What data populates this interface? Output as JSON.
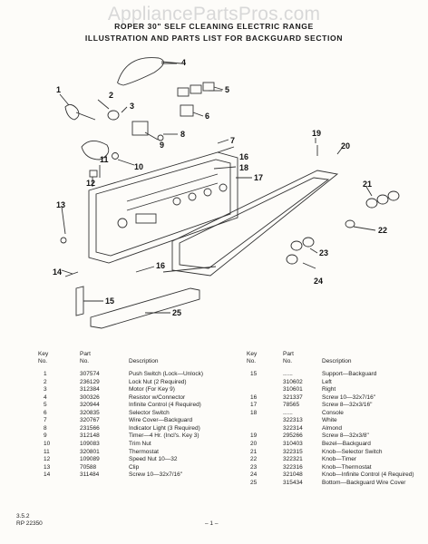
{
  "watermark": "AppliancePartsPros.com",
  "title_line1": "ROPER 30\" SELF CLEANING ELECTRIC RANGE",
  "title_line2": "ILLUSTRATION AND PARTS LIST FOR BACKGUARD SECTION",
  "callouts": [
    "1",
    "2",
    "3",
    "4",
    "5",
    "6",
    "7",
    "8",
    "9",
    "10",
    "11",
    "12",
    "13",
    "14",
    "15",
    "16",
    "16",
    "17",
    "18",
    "19",
    "20",
    "21",
    "22",
    "23",
    "24",
    "25"
  ],
  "headers": {
    "key_no": [
      "Key",
      "No."
    ],
    "part_no": [
      "Part",
      "No."
    ],
    "description": "Description"
  },
  "parts_left": [
    {
      "key": "1",
      "part": "307574",
      "desc": "Push Switch (Lock—Unlock)"
    },
    {
      "key": "2",
      "part": "236129",
      "desc": "Lock Nut (2 Required)"
    },
    {
      "key": "3",
      "part": "312384",
      "desc": "Motor (For Key 9)"
    },
    {
      "key": "4",
      "part": "300326",
      "desc": "Resistor w/Connector"
    },
    {
      "key": "5",
      "part": "320944",
      "desc": "Infinite Control (4 Required)"
    },
    {
      "key": "6",
      "part": "320835",
      "desc": "Selector Switch"
    },
    {
      "key": "7",
      "part": "320767",
      "desc": "Wire Cover—Backguard"
    },
    {
      "key": "8",
      "part": "231566",
      "desc": "Indicator Light (3 Required)"
    },
    {
      "key": "9",
      "part": "312148",
      "desc": "Timer—4 Hr. (Incl's. Key 3)"
    },
    {
      "key": "10",
      "part": "109083",
      "desc": "Trim Nut"
    },
    {
      "key": "11",
      "part": "320801",
      "desc": "Thermostat"
    },
    {
      "key": "12",
      "part": "109089",
      "desc": "Speed Nut 10—32"
    },
    {
      "key": "13",
      "part": "70588",
      "desc": "Clip"
    },
    {
      "key": "14",
      "part": "311484",
      "desc": "Screw 10—32x7/16\""
    }
  ],
  "parts_right": [
    {
      "key": "15",
      "part": "......",
      "desc": "Support—Backguard"
    },
    {
      "key": "",
      "part": "310602",
      "desc": "Left"
    },
    {
      "key": "",
      "part": "310601",
      "desc": "Right"
    },
    {
      "key": "16",
      "part": "321337",
      "desc": "Screw 10—32x7/16\""
    },
    {
      "key": "17",
      "part": "78565",
      "desc": "Screw 8—32x3/16\""
    },
    {
      "key": "18",
      "part": "......",
      "desc": "Console"
    },
    {
      "key": "",
      "part": "322313",
      "desc": "White"
    },
    {
      "key": "",
      "part": "322314",
      "desc": "Almond"
    },
    {
      "key": "19",
      "part": "295266",
      "desc": "Screw 8—32x3/8\""
    },
    {
      "key": "20",
      "part": "310403",
      "desc": "Bezel—Backguard"
    },
    {
      "key": "21",
      "part": "322315",
      "desc": "Knob—Selector Switch"
    },
    {
      "key": "22",
      "part": "322321",
      "desc": "Knob—Timer"
    },
    {
      "key": "23",
      "part": "322316",
      "desc": "Knob—Thermostat"
    },
    {
      "key": "24",
      "part": "321048",
      "desc": "Knob—Infinite Control (4 Required)"
    },
    {
      "key": "25",
      "part": "315434",
      "desc": "Bottom—Backguard Wire Cover"
    }
  ],
  "footer": {
    "line1": "3.5.2",
    "line2": "RP 22350",
    "page": "– 1 –"
  }
}
